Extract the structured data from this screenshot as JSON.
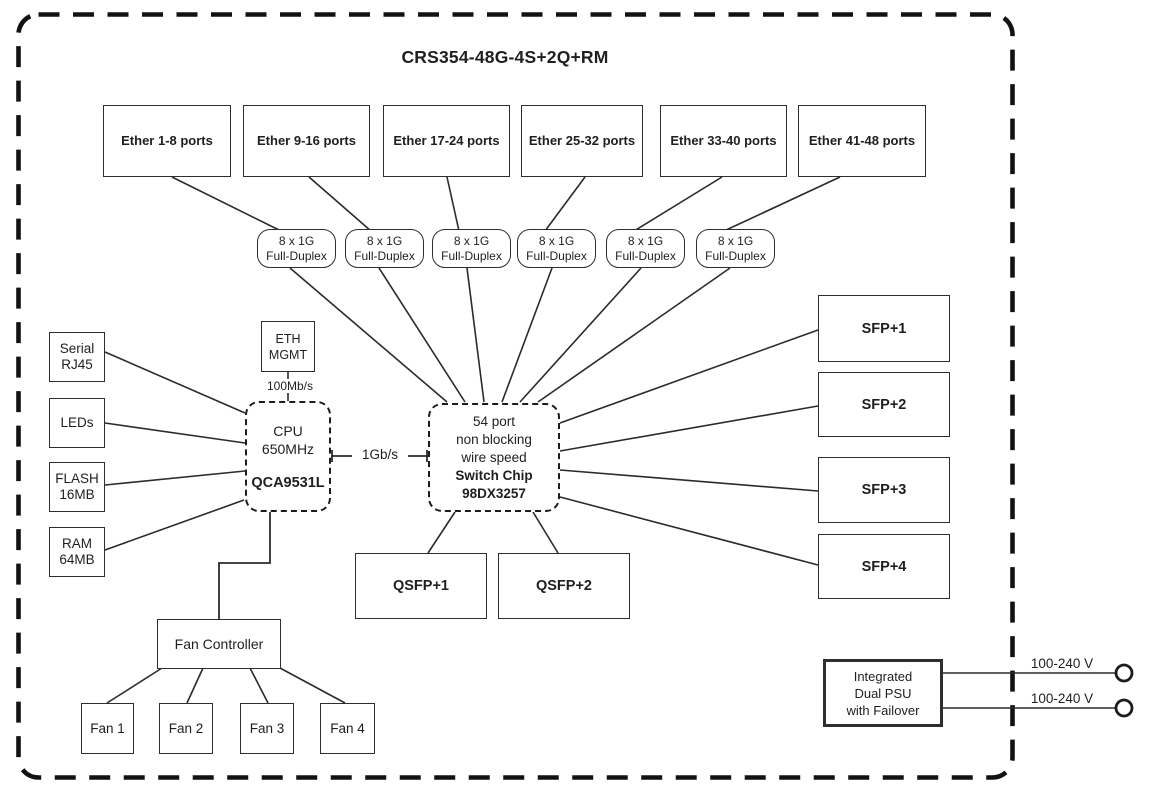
{
  "title": "CRS354-48G-4S+2Q+RM",
  "ether_ports": [
    "Ether 1-8 ports",
    "Ether 9-16 ports",
    "Ether 17-24 ports",
    "Ether 25-32 ports",
    "Ether 33-40 ports",
    "Ether 41-48 ports"
  ],
  "phy_groups": [
    {
      "line1": "8 x 1G",
      "line2": "Full-Duplex"
    },
    {
      "line1": "8 x 1G",
      "line2": "Full-Duplex"
    },
    {
      "line1": "8 x 1G",
      "line2": "Full-Duplex"
    },
    {
      "line1": "8 x 1G",
      "line2": "Full-Duplex"
    },
    {
      "line1": "8 x 1G",
      "line2": "Full-Duplex"
    },
    {
      "line1": "8 x 1G",
      "line2": "Full-Duplex"
    }
  ],
  "left_modules": [
    {
      "line1": "Serial",
      "line2": "RJ45"
    },
    {
      "line1": "LEDs"
    },
    {
      "line1": "FLASH",
      "line2": "16MB"
    },
    {
      "line1": "RAM",
      "line2": "64MB"
    }
  ],
  "eth_mgmt": {
    "line1": "ETH",
    "line2": "MGMT",
    "link_speed": "100Mb/s"
  },
  "cpu": {
    "name": "CPU",
    "clock": "650MHz",
    "model": "QCA9531L"
  },
  "cpu_switch_link": {
    "label": "1Gb/s"
  },
  "switch_chip": {
    "line1": "54 port",
    "line2": "non blocking",
    "line3": "wire speed",
    "line4": "Switch Chip",
    "line5": "98DX3257"
  },
  "sfp_ports": [
    "SFP+1",
    "SFP+2",
    "SFP+3",
    "SFP+4"
  ],
  "qsfp_ports": [
    "QSFP+1",
    "QSFP+2"
  ],
  "fan_controller": {
    "label": "Fan Controller"
  },
  "fans": [
    "Fan 1",
    "Fan 2",
    "Fan 3",
    "Fan 4"
  ],
  "psu": {
    "line1": "Integrated",
    "line2": "Dual PSU",
    "line3": "with Failover",
    "input1_label": "100-240 V",
    "input2_label": "100-240 V"
  }
}
